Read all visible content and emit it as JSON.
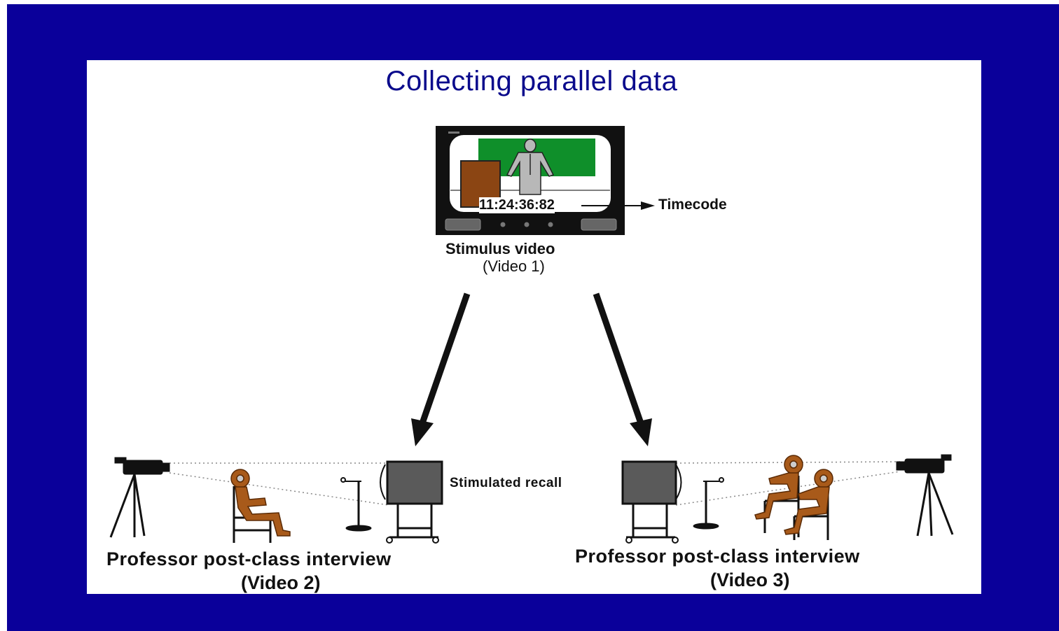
{
  "slide": {
    "title": "Collecting parallel data",
    "timecode": "11:24:36:82",
    "timecode_label": "Timecode",
    "stimulus_label": "Stimulus video",
    "stimulus_sub": "(Video 1)",
    "recall_label": "Stimulated recall",
    "left_caption": "Professor post-class interview",
    "left_sub": "(Video 2)",
    "right_caption": "Professor post-class interview",
    "right_sub": "(Video 3)"
  },
  "colors": {
    "frame": "#0a009a",
    "title": "#0a0a8c",
    "screen_green": "#0f8f2a",
    "door_brown": "#8b4513",
    "person_brown": "#9a4a10",
    "monitor_gray": "#5a5a5a"
  }
}
